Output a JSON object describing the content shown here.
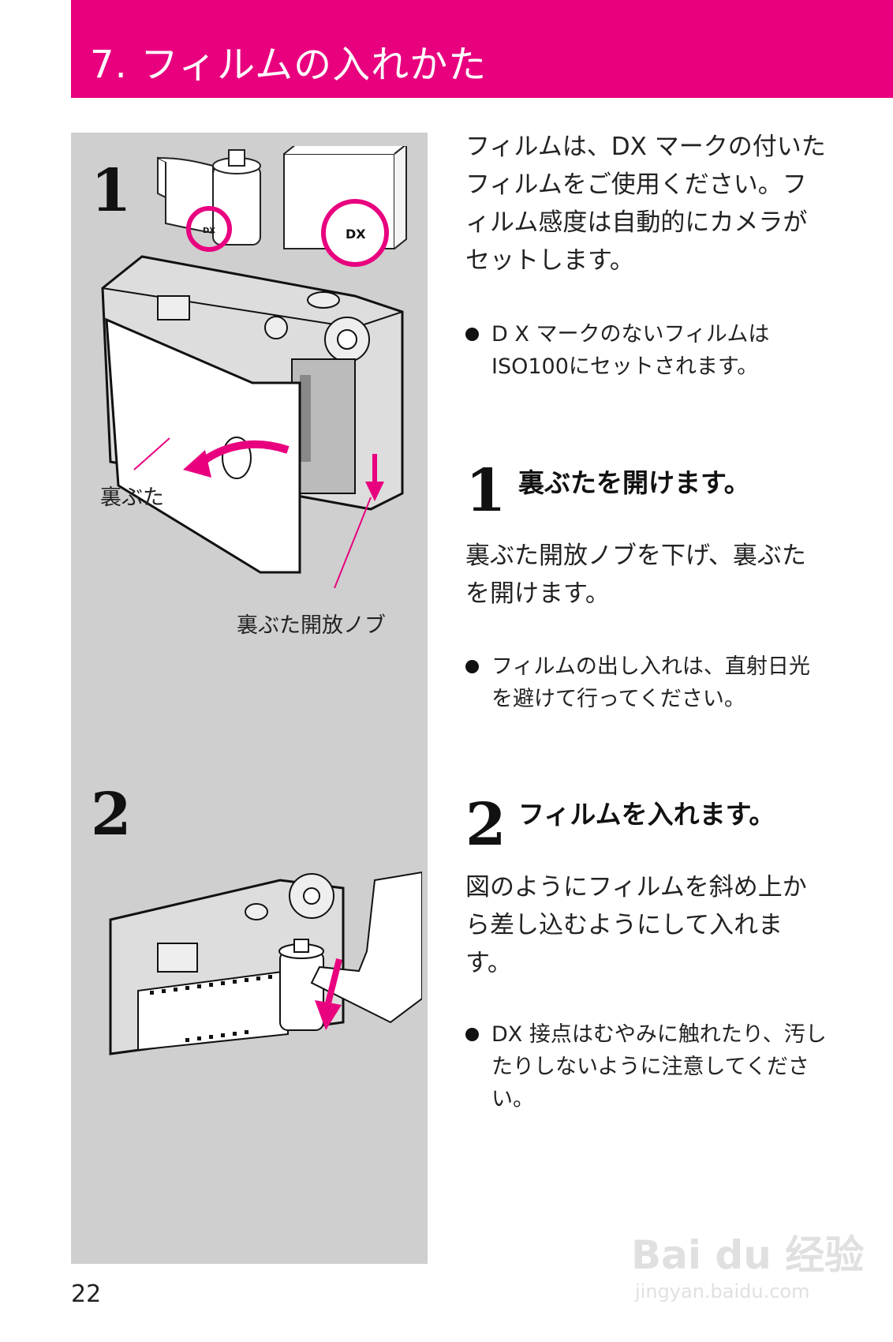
{
  "header": {
    "title": "7. フィルムの入れかた",
    "color": "#e8007f"
  },
  "left": {
    "step1_number": "1",
    "step2_number": "2",
    "callout_back_cover": "裏ぶた",
    "callout_release_knob": "裏ぶた開放ノブ",
    "dx_label_small": "DX",
    "dx_label_large": "DX"
  },
  "intro": {
    "paragraph": "フィルムは、DX マークの付いたフィルムをご使用ください。フィルム感度は自動的にカメラがセットします。",
    "note": "D X マークのないフィルムはISO100にセットされます。"
  },
  "step1": {
    "number": "1",
    "title": "裏ぶたを開けます。",
    "paragraph": "裏ぶた開放ノブを下げ、裏ぶたを開けます。",
    "note": "フィルムの出し入れは、直射日光を避けて行ってください。"
  },
  "step2": {
    "number": "2",
    "title": "フィルムを入れます。",
    "paragraph": "図のようにフィルムを斜め上から差し込むようにして入れます。",
    "note": "DX 接点はむやみに触れたり、汚したりしないように注意してください。"
  },
  "page_number": "22",
  "watermark": {
    "text": "Bai du 经验",
    "url": "jingyan.baidu.com"
  }
}
